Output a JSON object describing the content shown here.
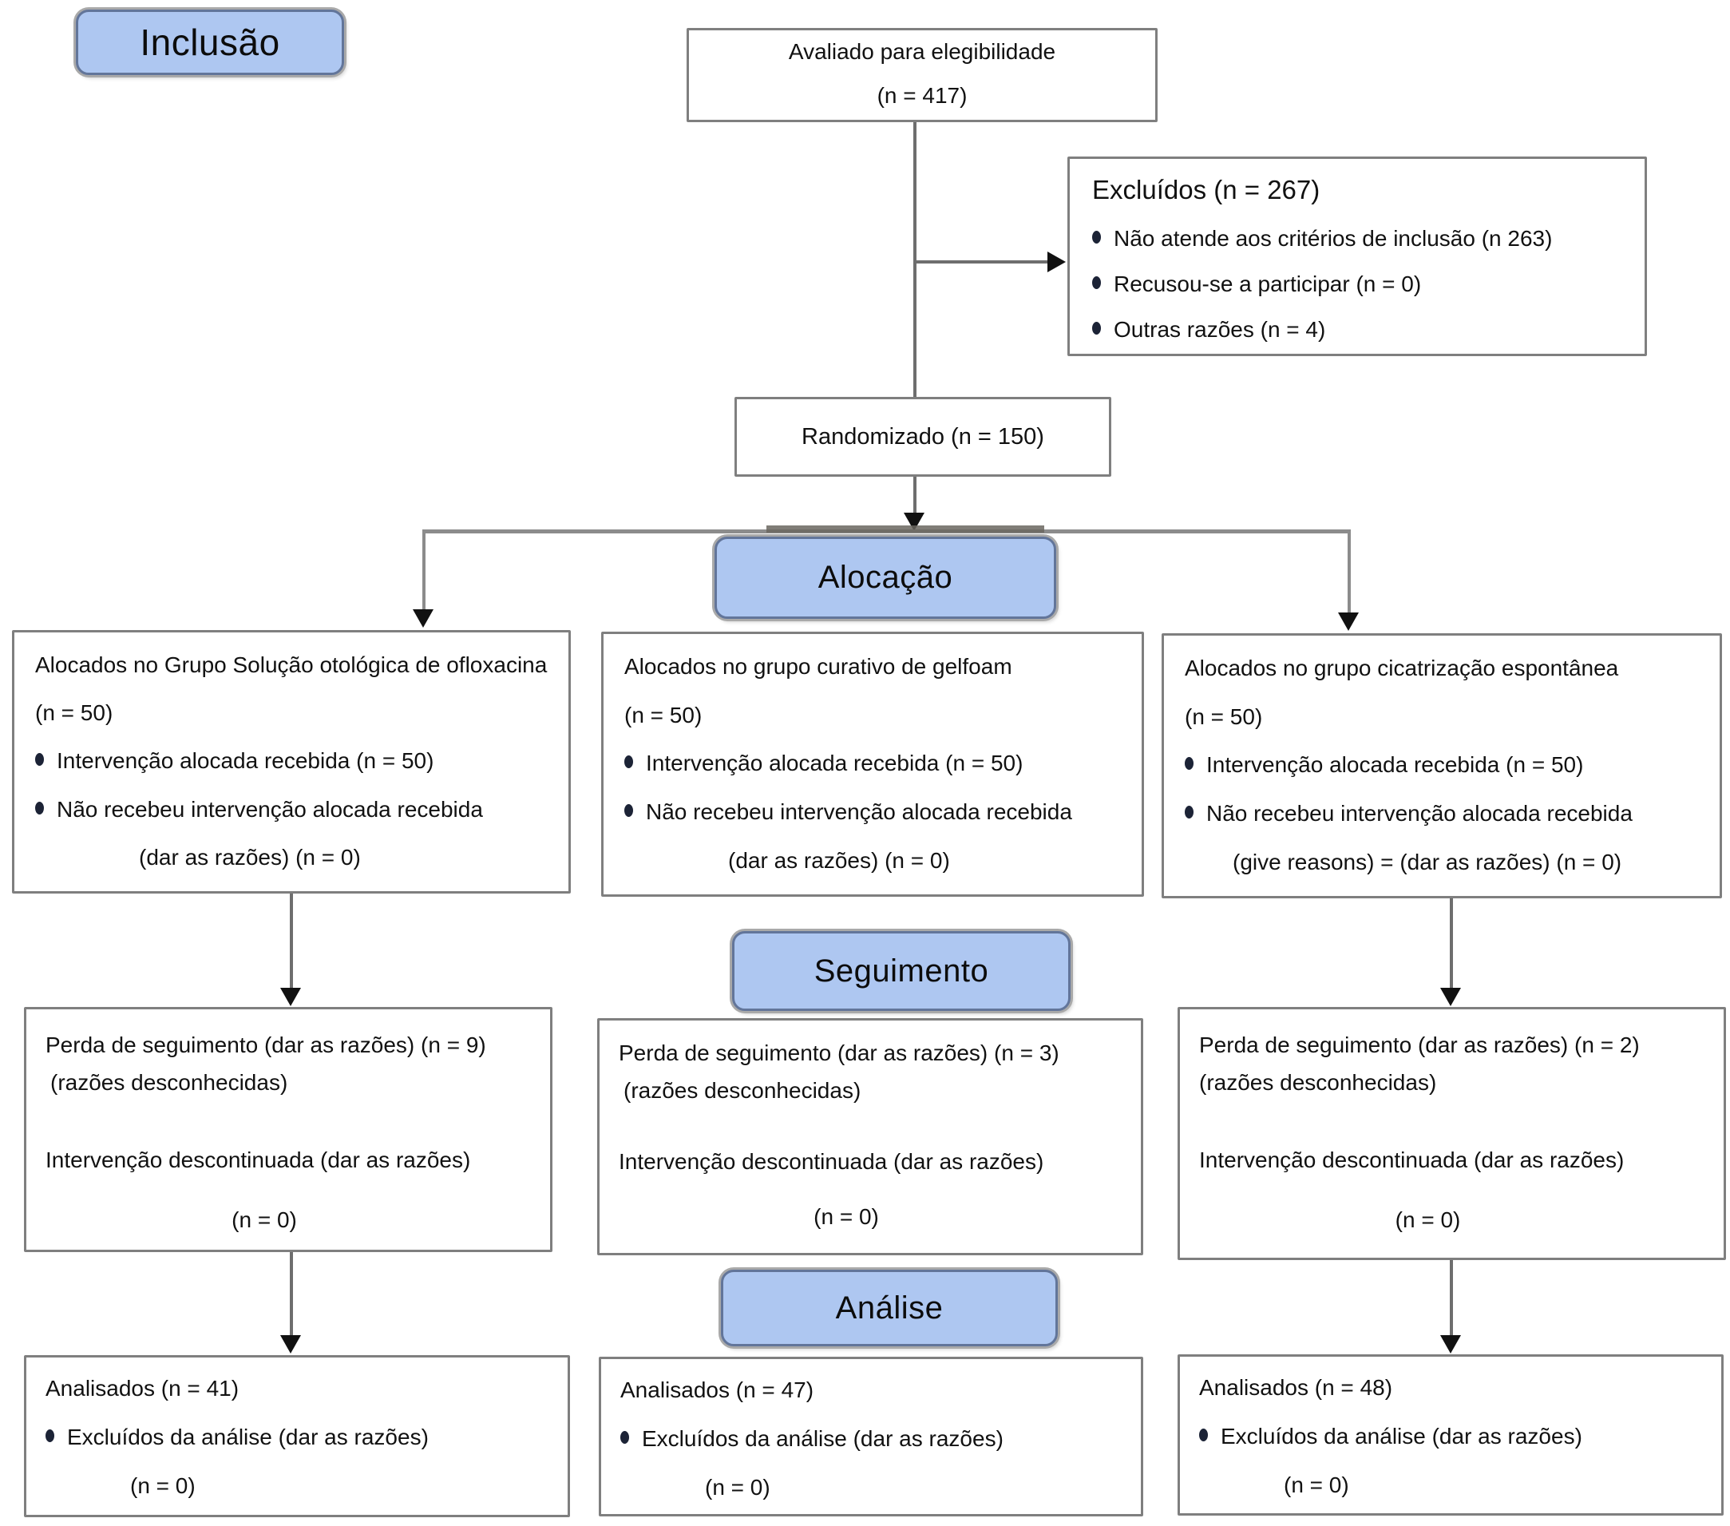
{
  "stages": {
    "inclusion": "Inclusão",
    "allocation": "Alocação",
    "followup": "Seguimento",
    "analysis": "Análise"
  },
  "eligibility_box": {
    "line1": "Avaliado para elegibilidade",
    "line2": "(n = 417)"
  },
  "excluded_box": {
    "title": "Excluídos (n = 267)",
    "items": [
      "Não atende aos critérios de inclusão (n 263)",
      "Recusou-se a participar (n = 0)",
      "Outras razões (n = 4)"
    ]
  },
  "randomized_box": {
    "label": "Randomizado (n = 150)"
  },
  "allocation_boxes": [
    {
      "title": "Alocados no Grupo Solução otológica de ofloxacina",
      "n_label": "(n = 50)",
      "bullets": [
        "Intervenção alocada recebida (n = 50)",
        "Não recebeu intervenção alocada recebida"
      ],
      "reason_line": "(dar as razões) (n = 0)"
    },
    {
      "title": "Alocados no grupo curativo de gelfoam",
      "n_label": "(n = 50)",
      "bullets": [
        "Intervenção alocada recebida (n = 50)",
        "Não recebeu intervenção alocada recebida"
      ],
      "reason_line": "(dar as razões) (n = 0)"
    },
    {
      "title": "Alocados no grupo cicatrização espontânea",
      "n_label": "(n = 50)",
      "bullets": [
        "Intervenção alocada recebida (n = 50)",
        "Não recebeu intervenção alocada recebida"
      ],
      "reason_line": "(give reasons) = (dar as razões) (n = 0)"
    }
  ],
  "followup_boxes": [
    {
      "line1": "Perda de seguimento (dar as razões) (n = 9)",
      "line2": "(razões desconhecidas)",
      "line3": "Intervenção descontinuada (dar as razões)",
      "line4": "(n = 0)"
    },
    {
      "line1": "Perda de seguimento (dar as razões) (n = 3)",
      "line2": "(razões desconhecidas)",
      "line3": "Intervenção descontinuada (dar as razões)",
      "line4": "(n = 0)"
    },
    {
      "line1": "Perda de seguimento (dar as razões) (n = 2)",
      "line2": "(razões desconhecidas)",
      "line3": "Intervenção descontinuada (dar as razões)",
      "line4": "(n = 0)"
    }
  ],
  "analysis_boxes": [
    {
      "title": "Analisados (n = 41)",
      "bullet": "Excluídos da análise (dar as razões)",
      "n_label": "(n = 0)"
    },
    {
      "title": "Analisados (n = 47)",
      "bullet": "Excluídos da análise (dar as razões)",
      "n_label": "(n = 0)"
    },
    {
      "title": "Analisados (n = 48)",
      "bullet": "Excluídos da análise (dar as razões)",
      "n_label": "(n = 0)"
    }
  ],
  "icons": {
    "bullet": "diamond-dot"
  },
  "colors": {
    "stage_fill": "#aec7f1",
    "stage_border": "#62759a",
    "box_border": "#7f7f7f",
    "connector": "#6e6e6e",
    "arrowhead": "#111111"
  }
}
